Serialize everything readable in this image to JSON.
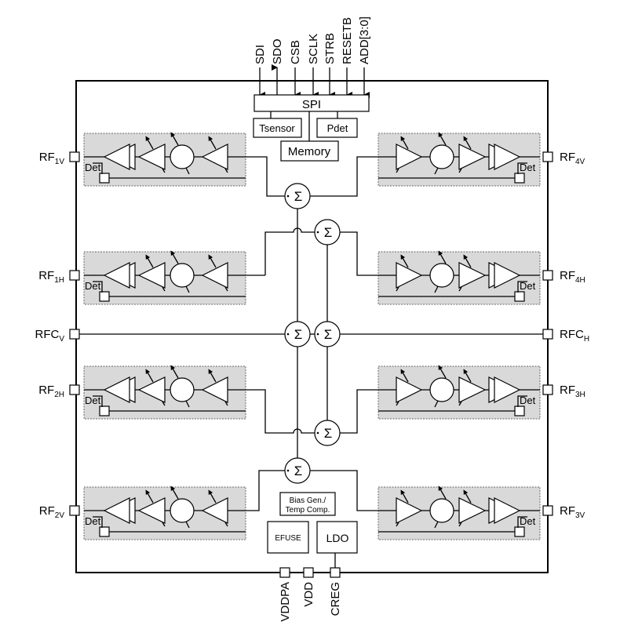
{
  "spi_pins": [
    {
      "label": "SDI",
      "dir": "in"
    },
    {
      "label": "SDO",
      "dir": "out"
    },
    {
      "label": "CSB",
      "dir": "in"
    },
    {
      "label": "SCLK",
      "dir": "in"
    },
    {
      "label": "STRB",
      "dir": "in"
    },
    {
      "label": "RESETB",
      "dir": "in"
    },
    {
      "label": "ADD[3:0]",
      "dir": "in"
    }
  ],
  "blocks": {
    "spi": "SPI",
    "tsensor": "Tsensor",
    "pdet": "Pdet",
    "memory": "Memory",
    "bias1": "Bias Gen./",
    "bias2": "Temp Comp.",
    "efuse": "EFUSE",
    "ldo": "LDO"
  },
  "det_label": "Det",
  "sum_symbol": "Σ",
  "left_ports": [
    {
      "main": "RF",
      "sub": "1V"
    },
    {
      "main": "RF",
      "sub": "1H"
    },
    {
      "main": "RF",
      "sub": "2H"
    },
    {
      "main": "RF",
      "sub": "2V"
    }
  ],
  "right_ports": [
    {
      "main": "RF",
      "sub": "4V"
    },
    {
      "main": "RF",
      "sub": "4H"
    },
    {
      "main": "RF",
      "sub": "3H"
    },
    {
      "main": "RF",
      "sub": "3V"
    }
  ],
  "common_ports": {
    "left": {
      "main": "RFC",
      "sub": "V"
    },
    "right": {
      "main": "RFC",
      "sub": "H"
    }
  },
  "bottom_pins": [
    "VDDPA",
    "VDD",
    "CREG"
  ]
}
